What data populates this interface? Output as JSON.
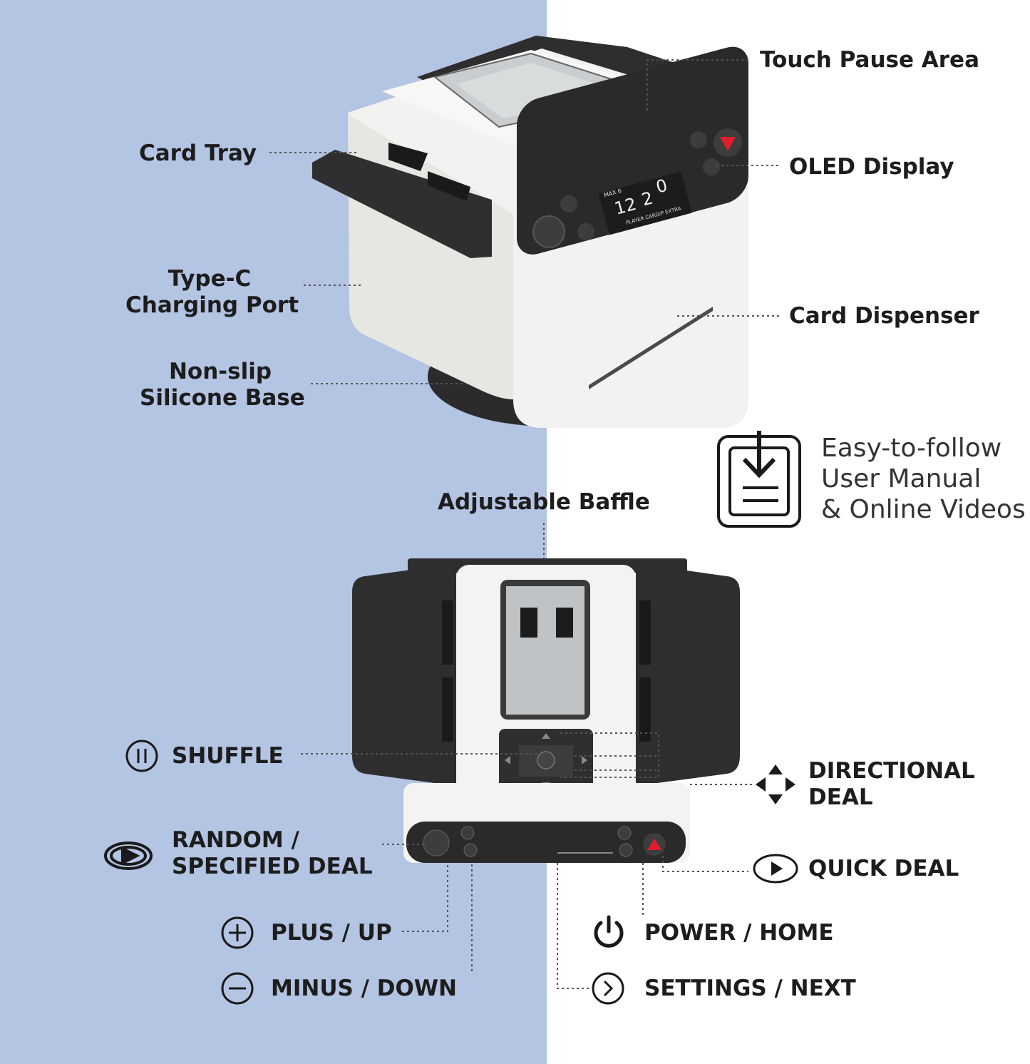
{
  "colors": {
    "left_panel": "#b4c4e3",
    "background": "#ffffff",
    "device_body": "#f2f2f0",
    "device_dark": "#2e2e2e",
    "quick_deal_red": "#e01e2b"
  },
  "oled": {
    "small": "MAX 6",
    "players": "12",
    "cards": "2",
    "extra": "0",
    "labels": "PLAYER CARD/P EXTRA"
  },
  "callouts": {
    "touch_pause_area": "Touch Pause Area",
    "card_tray": "Card Tray",
    "oled_display": "OLED Display",
    "type_c": [
      "Type-C",
      "Charging Port"
    ],
    "card_dispenser": "Card Dispenser",
    "non_slip": [
      "Non-slip",
      "Silicone Base"
    ],
    "adjustable_baffle": "Adjustable Baffle"
  },
  "manual": {
    "icon": "download-manual-icon",
    "lines": [
      "Easy-to-follow",
      "User Manual",
      "& Online Videos"
    ]
  },
  "buttons": {
    "shuffle": {
      "icon": "pause-circle-icon",
      "label": "SHUFFLE"
    },
    "random": {
      "icon": "random-deal-icon",
      "lines": [
        "RANDOM /",
        "SPECIFIED DEAL"
      ]
    },
    "plus": {
      "icon": "plus-circle-icon",
      "label": "PLUS / UP"
    },
    "minus": {
      "icon": "minus-circle-icon",
      "label": "MINUS / DOWN"
    },
    "directional": {
      "icon": "four-arrows-icon",
      "lines": [
        "DIRECTIONAL",
        "DEAL"
      ]
    },
    "quick": {
      "icon": "play-circle-icon",
      "label": "QUICK DEAL"
    },
    "power": {
      "icon": "power-icon",
      "label": "POWER / HOME"
    },
    "settings": {
      "icon": "chevron-right-circle-icon",
      "label": "SETTINGS / NEXT"
    }
  }
}
